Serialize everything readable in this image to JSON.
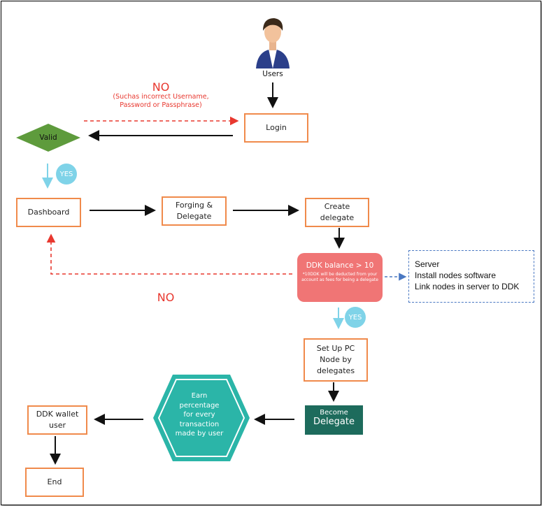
{
  "nodes": {
    "users": "Users",
    "login": "Login",
    "valid": "Valid",
    "dashboard": "Dashboard",
    "forging_line1": "Forging &",
    "forging_line2": "Delegate",
    "create_line1": "Create",
    "create_line2": "delegate",
    "balance_title": "DDK balance  >  10",
    "balance_note": "*10DDK will be deducted from your account as fees for being a delegate",
    "setup_line1": "Set Up PC",
    "setup_line2": "Node by",
    "setup_line3": "delegates",
    "become_line1": "Become",
    "become_line2": "Delegate",
    "earn_lines": [
      "Earn",
      "percentage",
      "for every",
      "transaction",
      "made by user"
    ],
    "wallet_line1": "DDK wallet",
    "wallet_line2": "user",
    "end": "End"
  },
  "labels": {
    "no_login": "NO",
    "no_login_reason_line1": "(Suchas incorrect Username,",
    "no_login_reason_line2": "Password or Passphrase)",
    "no_balance": "NO",
    "yes_valid": "YES",
    "yes_balance": "YES"
  },
  "server_box": [
    "Server",
    "Install nodes software",
    "Link nodes in server to DDK"
  ],
  "colors": {
    "box_border": "#f08a4b",
    "valid_fill": "#5e9b3c",
    "no_red": "#e8382f",
    "yes_blue": "#7fd3e8",
    "balance_fill": "#f07575",
    "delegate_fill": "#1d6b5c",
    "hex_fill": "#2bb5a8",
    "server_dash": "#4a78c2"
  }
}
